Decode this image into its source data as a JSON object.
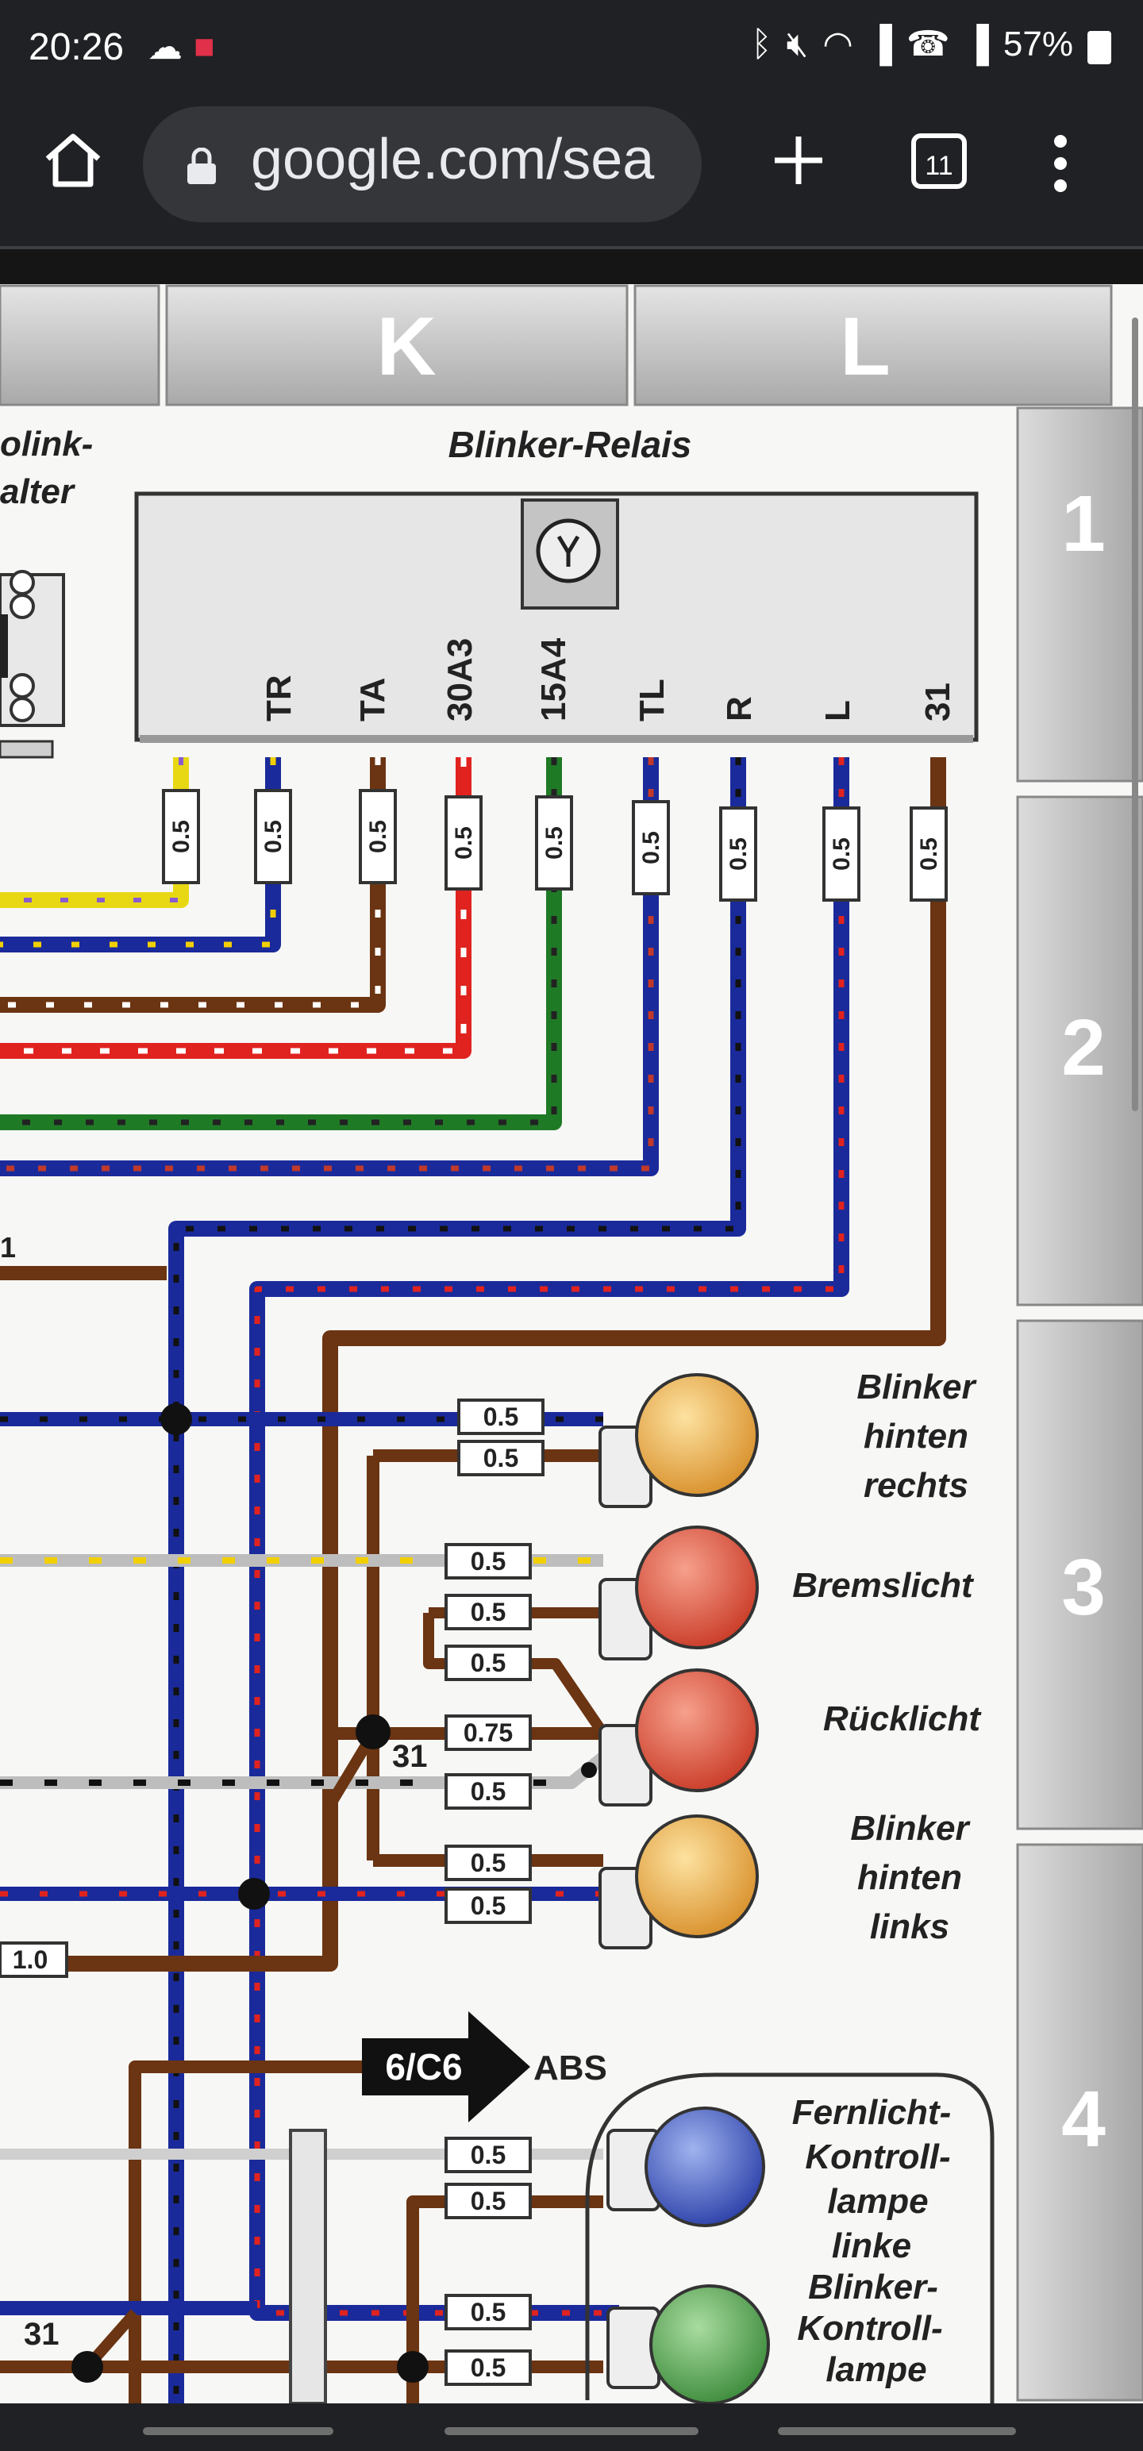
{
  "status_bar": {
    "time": "20:26",
    "battery": "57%"
  },
  "browser": {
    "url": "google.com/sea",
    "tab_count": "11"
  },
  "diagram": {
    "columns": [
      "K",
      "L"
    ],
    "rows": [
      "1",
      "2",
      "3",
      "4"
    ],
    "left_fragment_1": "olink-",
    "left_fragment_2": "alter",
    "relay_title": "Blinker-Relais",
    "terminals": [
      "TR",
      "TA",
      "30A3",
      "15A4",
      "TL",
      "R",
      "L",
      "31"
    ],
    "wire_gauges": [
      "0.5",
      "0.5",
      "0.5",
      "0.5",
      "0.5",
      "0.5",
      "0.5",
      "0.5",
      "0.5"
    ],
    "lamp_labels": {
      "blinker_hinten_rechts": [
        "Blinker",
        "hinten",
        "rechts"
      ],
      "bremslicht": "Bremslicht",
      "ruecklicht": "Rücklicht",
      "blinker_hinten_links": [
        "Blinker",
        "hinten",
        "links"
      ],
      "fernlicht": [
        "Fernlicht-",
        "Kontroll-",
        "lampe"
      ],
      "linke_blinker": [
        "linke",
        "Blinker-",
        "Kontroll-",
        "lampe"
      ]
    },
    "lamp_gauges": [
      "0.5",
      "0.5",
      "0.5",
      "0.5",
      "0.5",
      "0.75",
      "0.5",
      "0.5",
      "0.5",
      "0.5",
      "0.5",
      "0.5",
      "0.5"
    ],
    "ground_label_1": "31",
    "ground_label_2": "31",
    "gauge_1_0": "1.0",
    "abs_ref": "6/C6",
    "abs_label": "ABS"
  }
}
